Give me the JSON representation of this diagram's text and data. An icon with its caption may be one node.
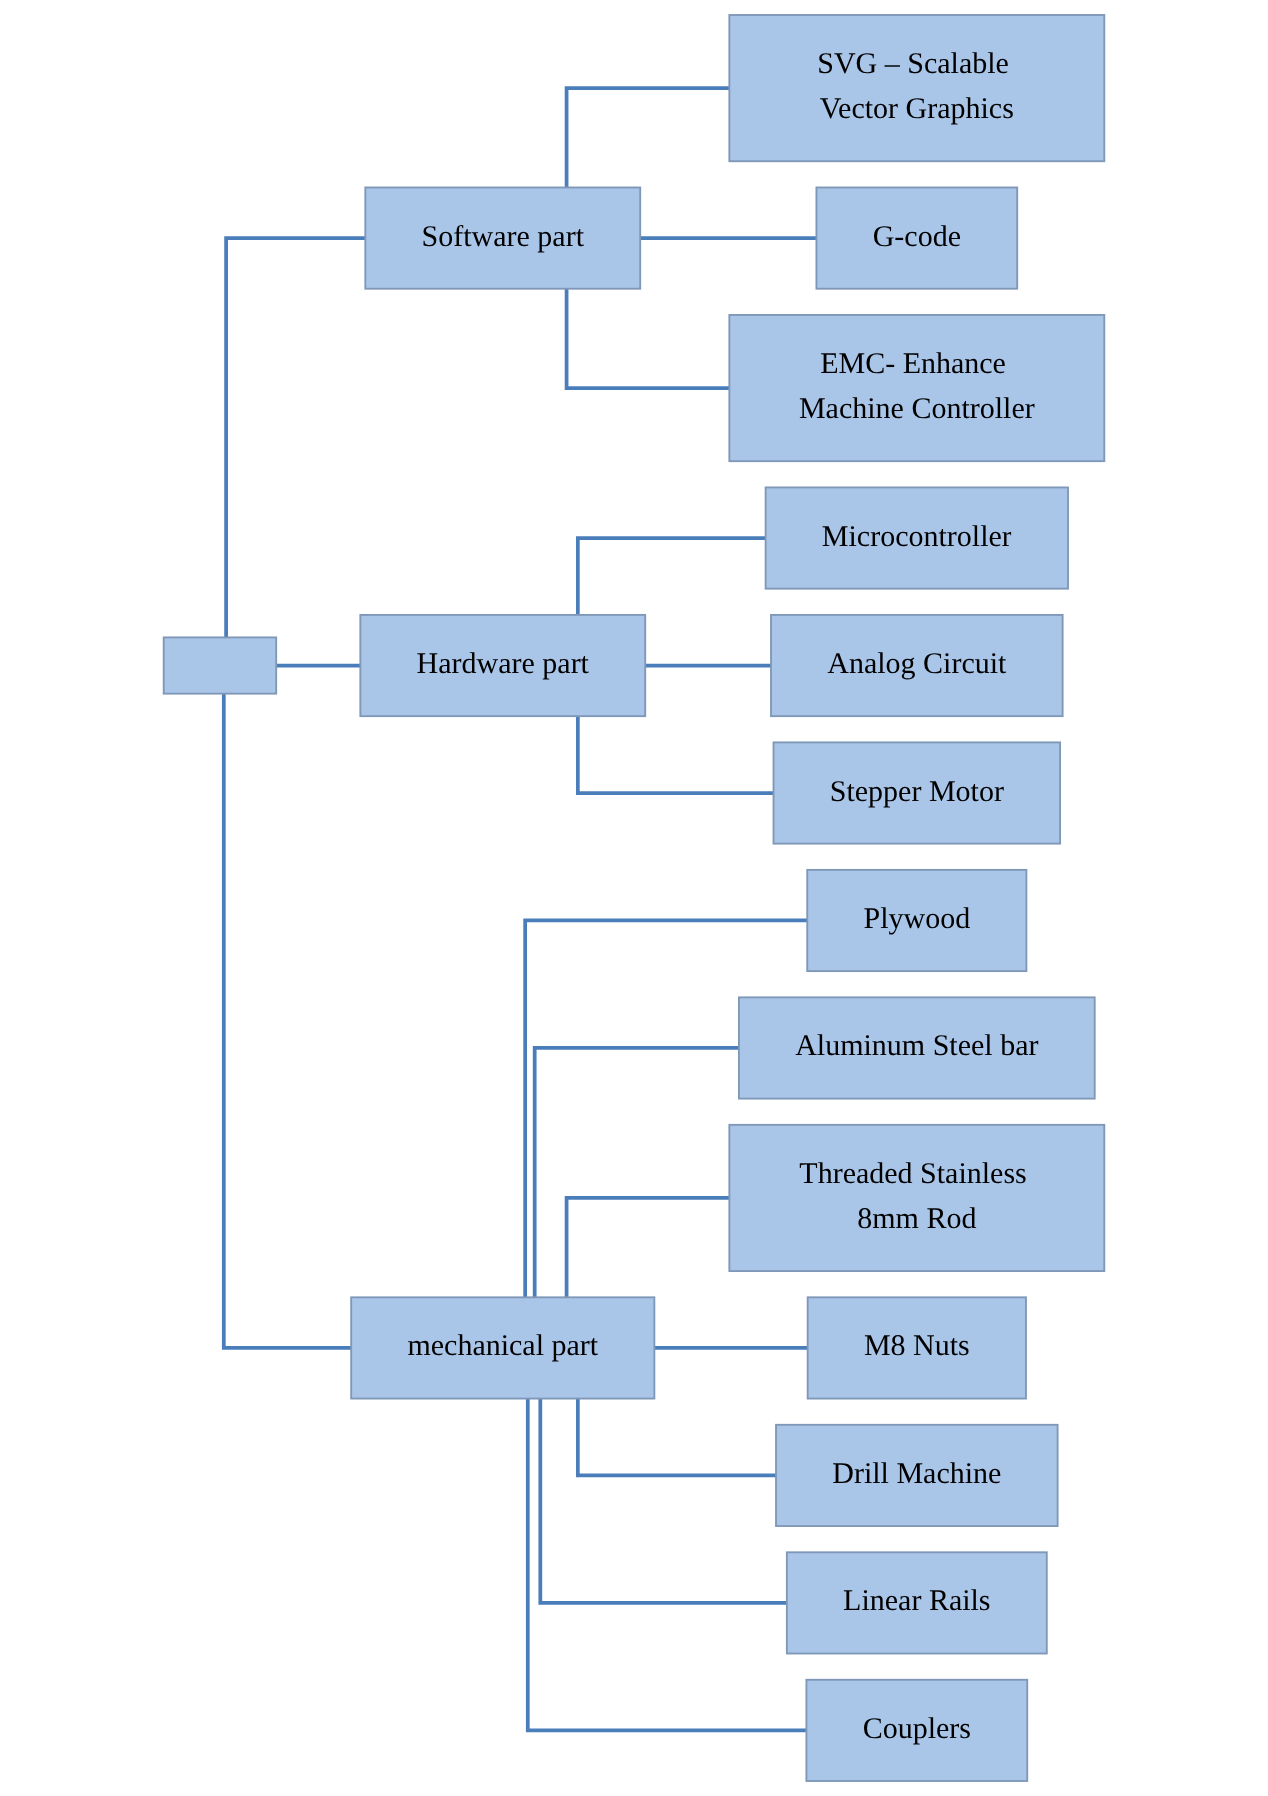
{
  "diagram": {
    "nodes": [
      {
        "text": [],
        "shape": "box"
      },
      {
        "text": [
          "Software part"
        ]
      },
      {
        "text": [
          "SVG – Scalable Vector Graphics"
        ]
      },
      {
        "text": [
          "G-code"
        ]
      },
      {
        "text": [
          "EMC- Enhance Machine Controller"
        ]
      },
      {
        "text": [
          "Hardware part"
        ]
      },
      {
        "text": [
          "Microcontroller"
        ]
      },
      {
        "text": [
          "Analog Circuit"
        ]
      },
      {
        "text": [
          "Stepper Motor"
        ]
      },
      {
        "text": [
          "mechanical part"
        ]
      },
      {
        "text": [
          "Plywood"
        ]
      },
      {
        "text": [
          "Aluminum Steel bar"
        ]
      },
      {
        "text": [
          "Threaded Stainless 8mm Rod"
        ]
      },
      {
        "text": [
          "M8 Nuts"
        ]
      },
      {
        "text": [
          "Drill Machine"
        ]
      },
      {
        "text": [
          "Linear Rails"
        ]
      },
      {
        "text": [
          "Couplers"
        ]
      }
    ],
    "edges": [
      {
        "from": 0,
        "to": 1,
        "arrow": "none"
      },
      {
        "from": 0,
        "to": 5,
        "arrow": "none"
      },
      {
        "from": 0,
        "to": 9,
        "arrow": "none"
      },
      {
        "from": 1,
        "to": 2,
        "arrow": "none"
      },
      {
        "from": 1,
        "to": 3,
        "arrow": "none"
      },
      {
        "from": 1,
        "to": 4,
        "arrow": "none"
      },
      {
        "from": 5,
        "to": 6,
        "arrow": "none"
      },
      {
        "from": 5,
        "to": 7,
        "arrow": "none"
      },
      {
        "from": 5,
        "to": 8,
        "arrow": "none"
      },
      {
        "from": 9,
        "to": 10,
        "arrow": "none"
      },
      {
        "from": 9,
        "to": 11,
        "arrow": "none"
      },
      {
        "from": 9,
        "to": 12,
        "arrow": "none"
      },
      {
        "from": 9,
        "to": 13,
        "arrow": "none"
      },
      {
        "from": 9,
        "to": 14,
        "arrow": "none"
      },
      {
        "from": 9,
        "to": 15,
        "arrow": "none"
      },
      {
        "from": 9,
        "to": 16,
        "arrow": "none"
      }
    ]
  }
}
